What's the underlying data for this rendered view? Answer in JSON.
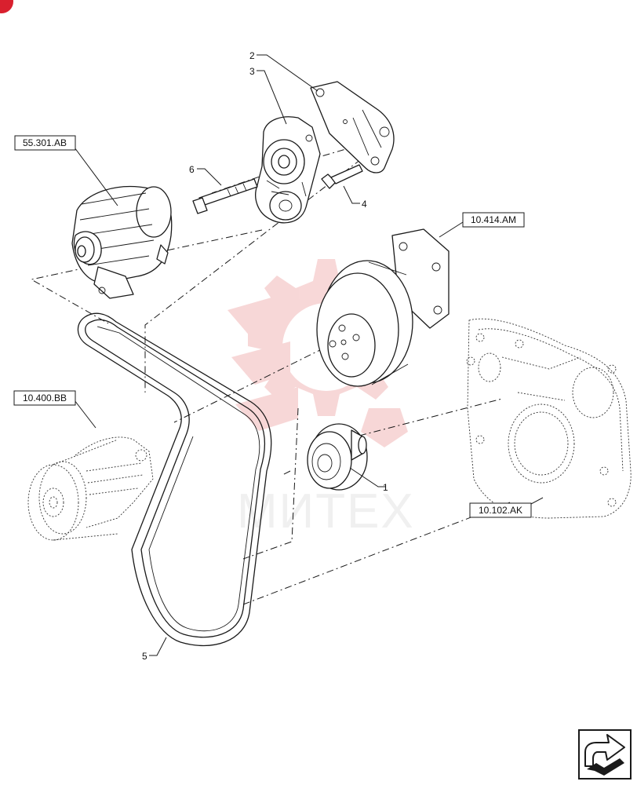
{
  "callouts": {
    "c1": "1",
    "c2": "2",
    "c3": "3",
    "c4": "4",
    "c5": "5",
    "c6": "6"
  },
  "references": {
    "alternator": "55.301.AB",
    "pulley_bracket": "10.414.AM",
    "water_pump": "10.400.BB",
    "engine_front_cover": "10.102.AK"
  },
  "watermark": {
    "text": "МИТЕХ",
    "color": "#e8202a"
  },
  "icons": {
    "navigation": "next-page-arrow-icon",
    "corner_badge": "page-badge-icon"
  },
  "colors": {
    "line": "#1a1a1a",
    "watermark_gear": "#f2b8b8",
    "badge": "#d9202e"
  }
}
